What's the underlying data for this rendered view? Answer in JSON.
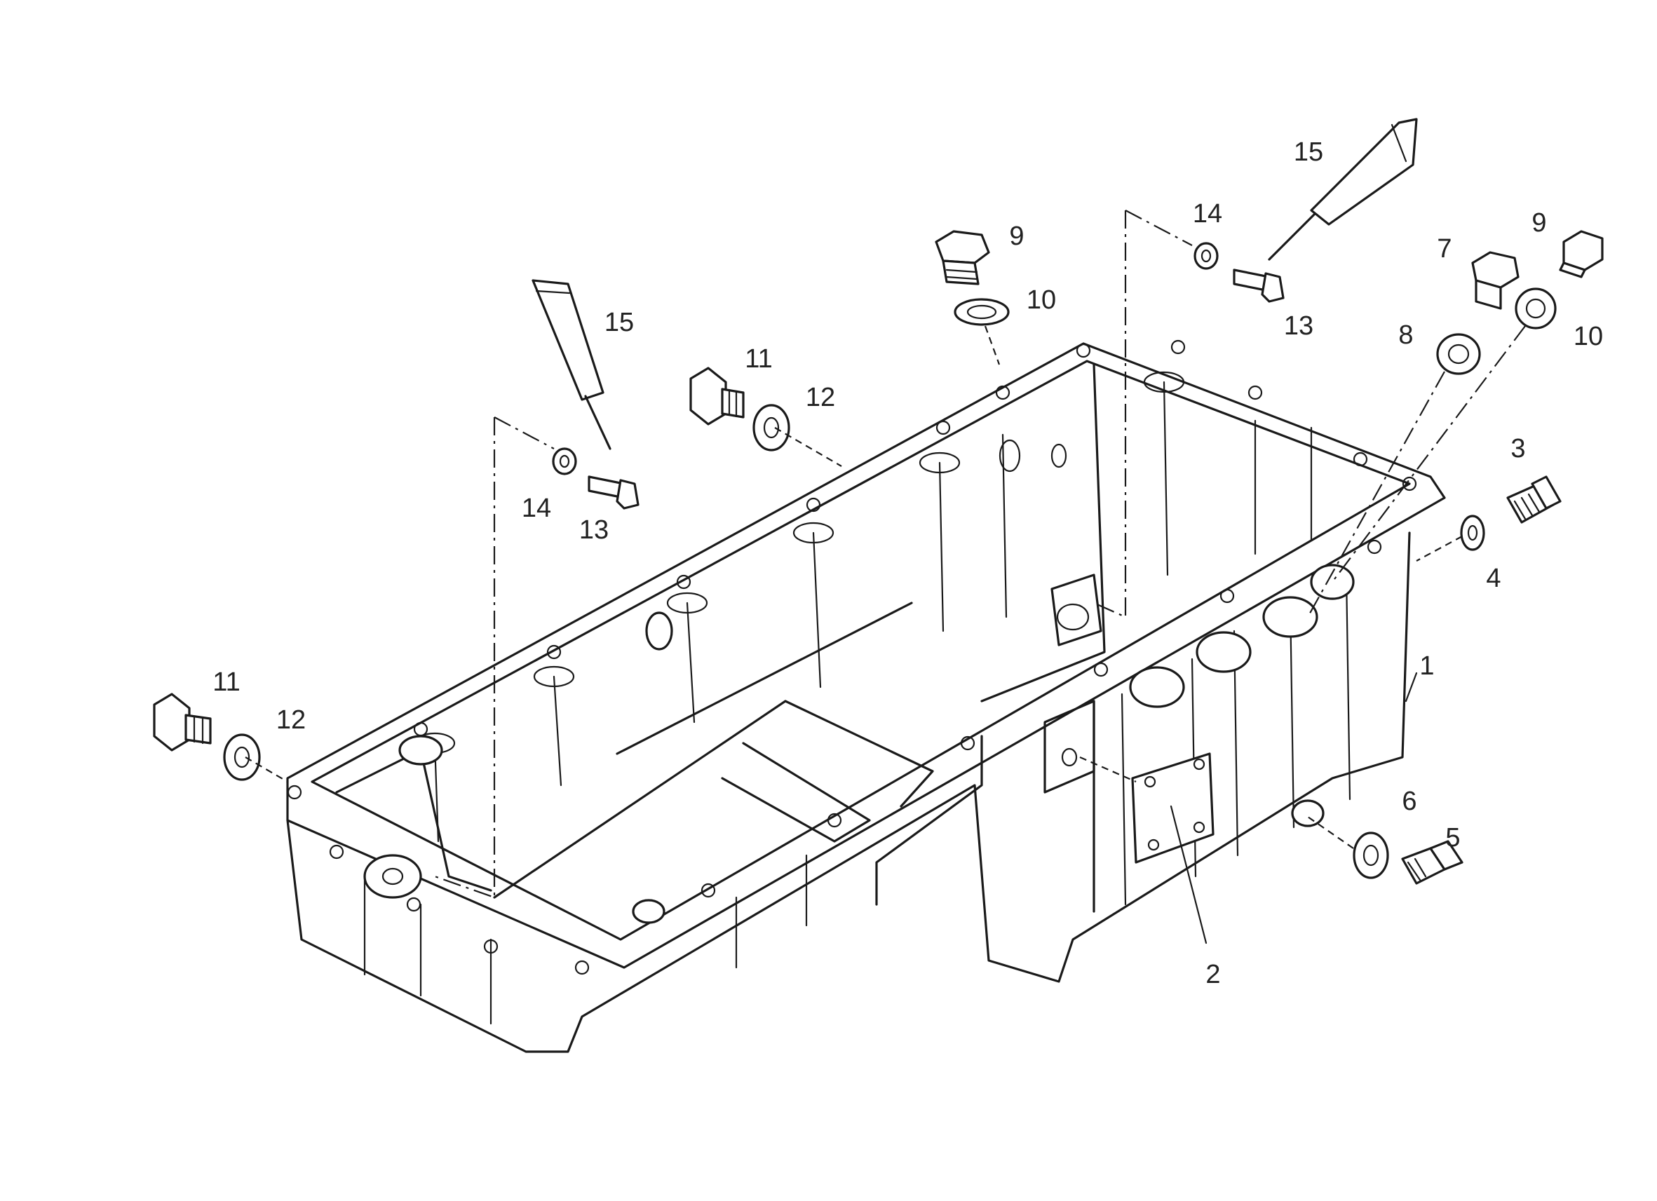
{
  "callouts": [
    {
      "id": "1",
      "text": "1"
    },
    {
      "id": "2",
      "text": "2"
    },
    {
      "id": "3",
      "text": "3"
    },
    {
      "id": "4",
      "text": "4"
    },
    {
      "id": "5",
      "text": "5"
    },
    {
      "id": "6",
      "text": "6"
    },
    {
      "id": "7",
      "text": "7"
    },
    {
      "id": "8",
      "text": "8"
    },
    {
      "id": "9a",
      "text": "9"
    },
    {
      "id": "9b",
      "text": "9"
    },
    {
      "id": "10a",
      "text": "10"
    },
    {
      "id": "10b",
      "text": "10"
    },
    {
      "id": "11a",
      "text": "11"
    },
    {
      "id": "11b",
      "text": "11"
    },
    {
      "id": "12a",
      "text": "12"
    },
    {
      "id": "12b",
      "text": "12"
    },
    {
      "id": "13a",
      "text": "13"
    },
    {
      "id": "13b",
      "text": "13"
    },
    {
      "id": "14a",
      "text": "14"
    },
    {
      "id": "14b",
      "text": "14"
    },
    {
      "id": "15a",
      "text": "15"
    },
    {
      "id": "15b",
      "text": "15"
    }
  ]
}
